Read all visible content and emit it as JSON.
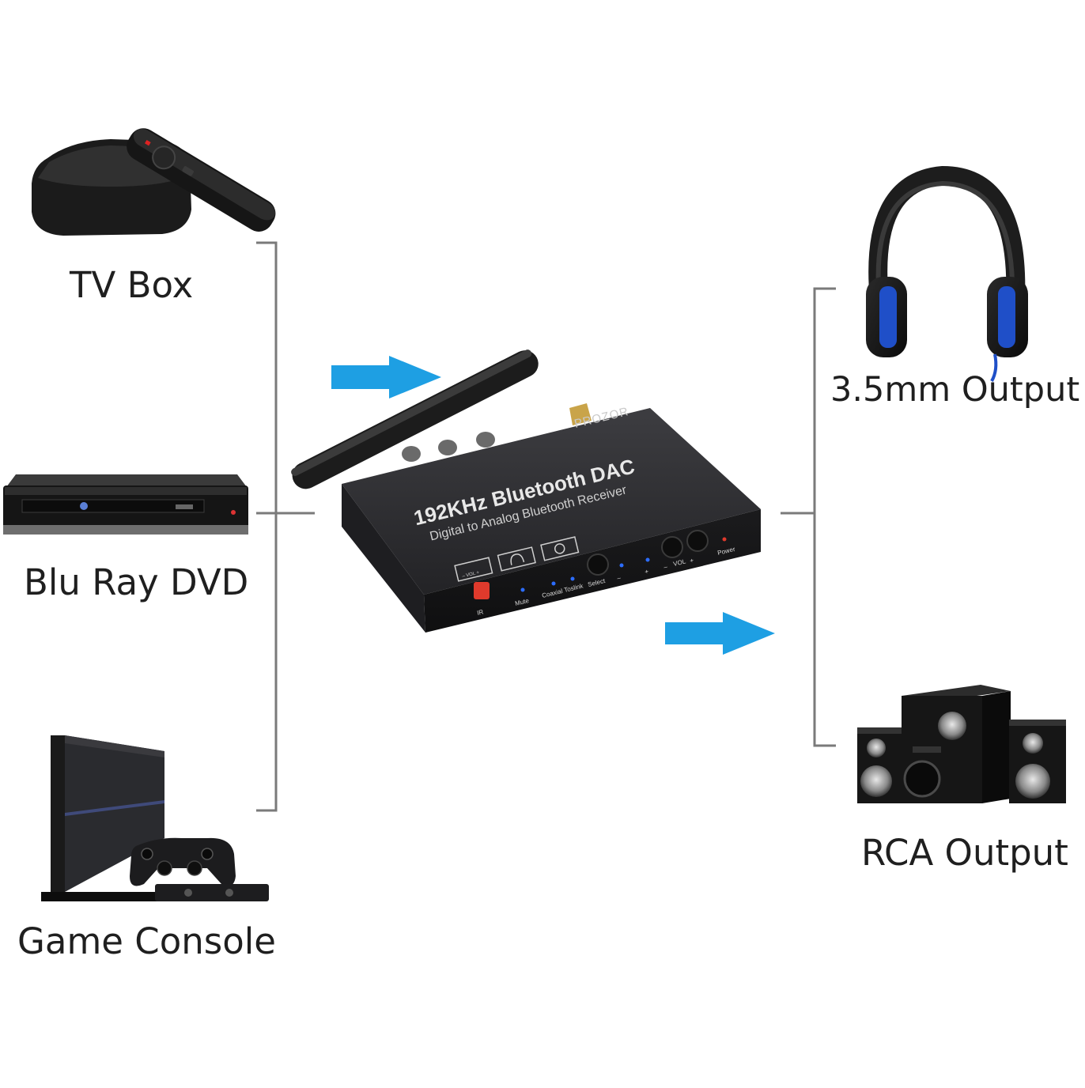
{
  "inputs": {
    "tv_box": "TV Box",
    "blu_ray": "Blu Ray DVD",
    "game_console": "Game Console"
  },
  "outputs": {
    "headphone": "3.5mm Output",
    "rca": "RCA Output"
  },
  "device": {
    "brand": "PROZOR",
    "title": "192KHz Bluetooth DAC",
    "subtitle": "Digital to Analog Bluetooth Receiver",
    "panel": {
      "ir": "IR",
      "mute": "Mute",
      "coaxial": "Coaxial",
      "toslink": "Toslink",
      "select": "Select",
      "minus": "–",
      "plus": "+",
      "vol": "VOL",
      "vol_minus": "–",
      "vol_plus": "+",
      "power": "Power",
      "badge_vol": "– VOL +"
    }
  },
  "colors": {
    "arrow": "#1e9fe3",
    "bracket": "#7a7a7a",
    "device_body": "#2b2b2e",
    "led": "#2c6dff"
  }
}
